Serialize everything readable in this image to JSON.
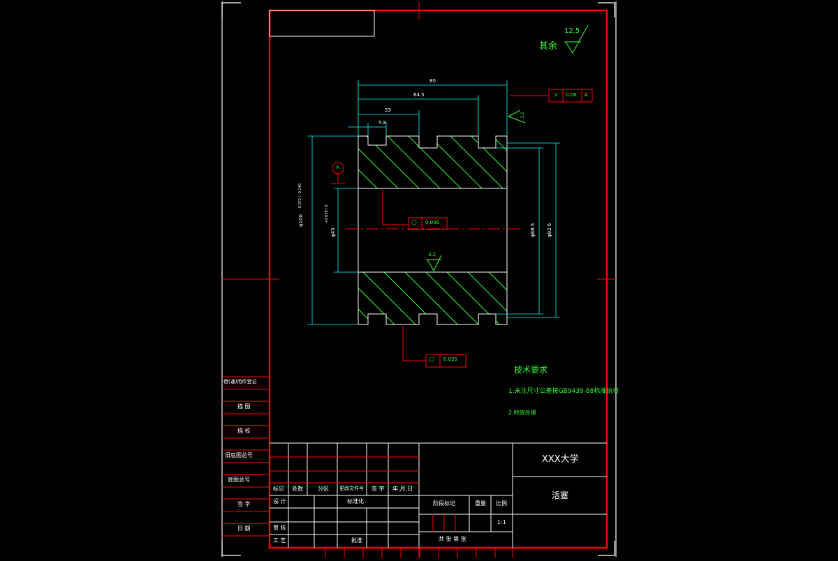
{
  "drawing": {
    "roughness": {
      "label": "其余",
      "value": "12.5"
    },
    "dimensions": {
      "overall_length": "80",
      "length_64": "64.5",
      "length_33": "33",
      "length_5_8": "5.8",
      "dia_outer": "φ100",
      "dia_outer_tol": "-0.072 / -0.140",
      "dia_bore": "φ45",
      "dia_bore_tol": "+0.039 / 0",
      "dia_groove": "φ88.5",
      "dia_groove2": "φ92.6"
    },
    "surface_finish": {
      "right_face": "3.2",
      "bore": "3.2"
    },
    "datum": {
      "letter": "A"
    },
    "tolerances": {
      "runout": {
        "symbol": "↗",
        "value": "0.06",
        "datum": "A"
      },
      "cylindricity_bore": {
        "symbol": "○",
        "value": "0.006"
      },
      "cylindricity_outer": {
        "symbol": "○",
        "value": "0.025"
      }
    },
    "tech_requirements": {
      "title": "技术要求",
      "items": [
        "1.未注尺寸公差按GB9439-88标准执行",
        "2.时效处理"
      ]
    }
  },
  "side_panel": {
    "rows": [
      "借(通)用件登记",
      "描  图",
      "描  校",
      "旧底图总号",
      "底图总号",
      "签  字",
      "日  期"
    ]
  },
  "title_block": {
    "university": "XXX大学",
    "part_name": "活塞",
    "header_row": [
      "标记",
      "处数",
      "分区",
      "更改文件号",
      "签  字",
      "年,月,日"
    ],
    "roles": {
      "design": "设 计",
      "review": "审 核",
      "process": "工 艺",
      "standard": "标准化",
      "approve": "批准"
    },
    "stage": "阶段标记",
    "weight": "重量",
    "scale_label": "比例",
    "scale_value": "1:1",
    "sheets": "共   张   第   张"
  },
  "colors": {
    "frame": "#ff0000",
    "geometry": "#ffffff",
    "dimension": "#00ffff",
    "text": "#33ff33"
  }
}
